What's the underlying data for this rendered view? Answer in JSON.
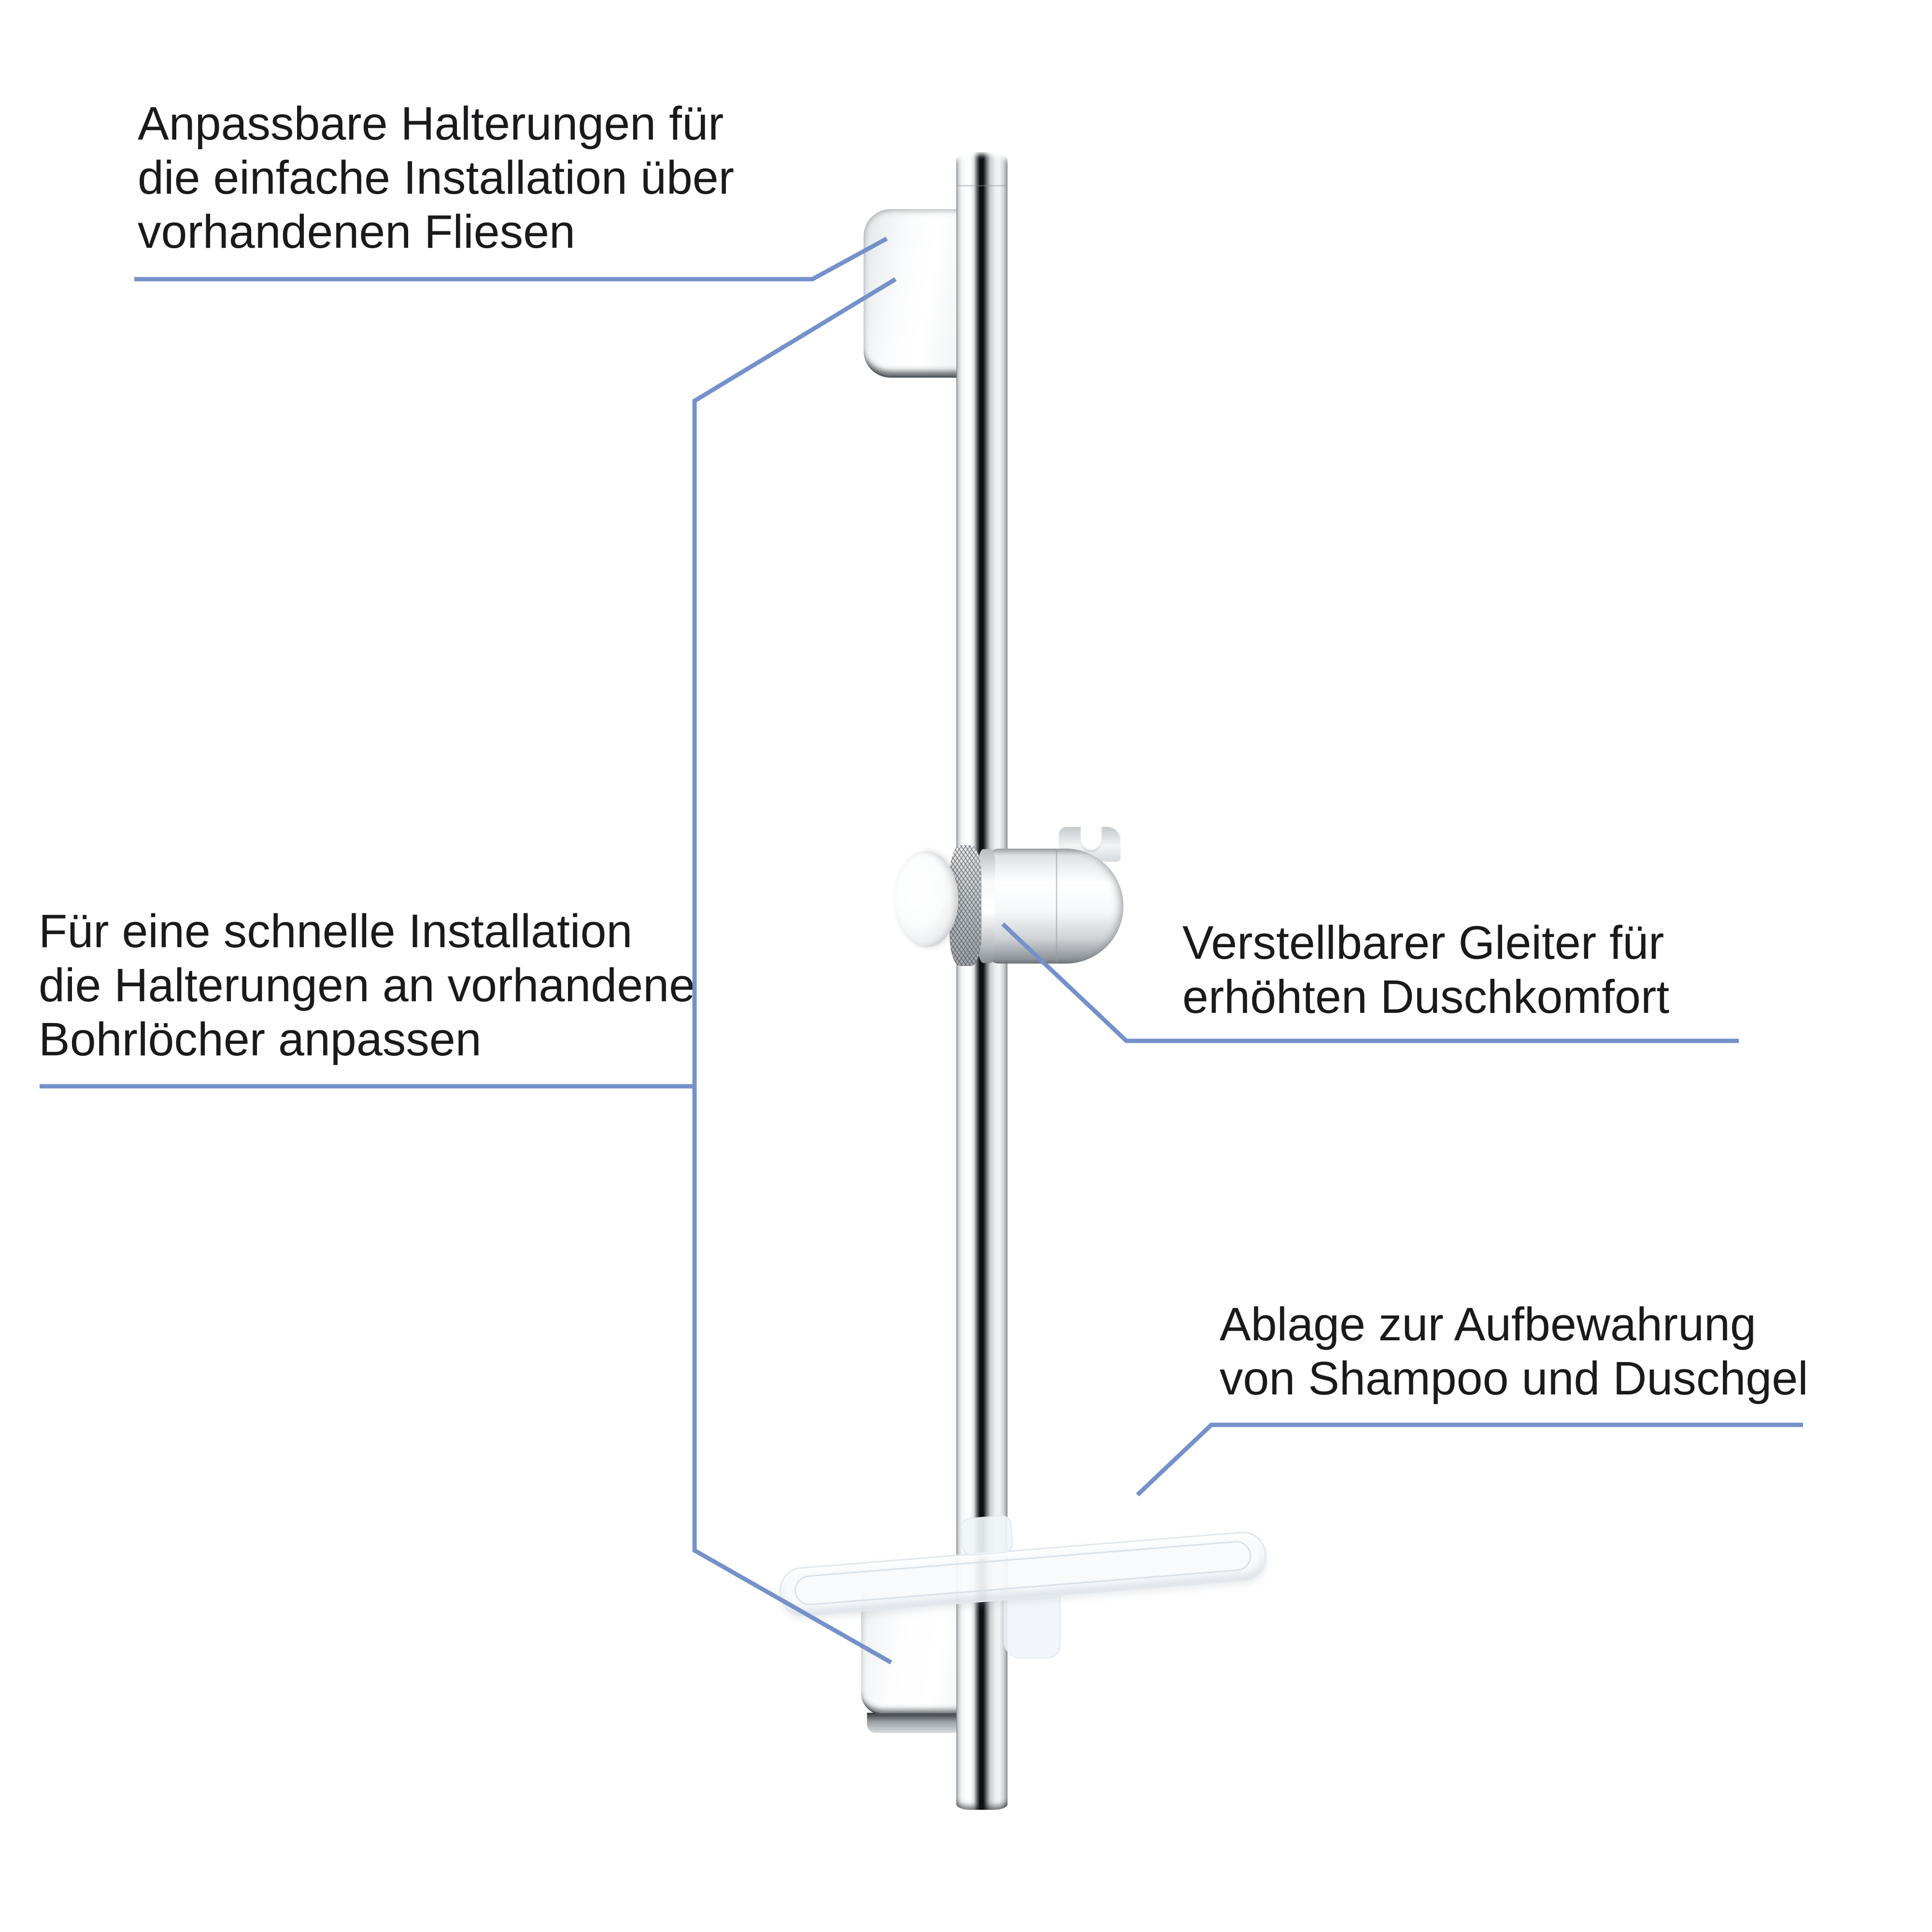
{
  "colors": {
    "callout_line": "#7591cb",
    "text": "#1a1a1c",
    "chrome_dark_stripe": "#0b0d0f",
    "frosted_shelf_edge": "#e2e8ee",
    "background": "#ffffff"
  },
  "annotations": {
    "top_left": {
      "lines": [
        "Anpassbare Halterungen für",
        "die einfache Installation über",
        "vorhandenen Fliesen"
      ]
    },
    "mid_left": {
      "lines": [
        "Für eine schnelle Installation",
        "die Halterungen an vorhandene",
        "Bohrlöcher anpassen"
      ]
    },
    "mid_right": {
      "lines": [
        "Verstellbarer Gleiter für",
        "erhöhten Duschkomfort"
      ]
    },
    "bottom_right": {
      "lines": [
        "Ablage zur Aufbewahrung",
        "von Shampoo und Duschgel"
      ]
    }
  }
}
